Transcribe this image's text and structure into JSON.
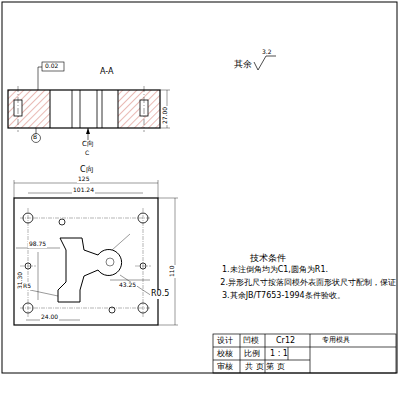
{
  "diagram": {
    "labels": [
      "A-A",
      "C向",
      "其余",
      "3.2",
      "C向",
      "125",
      "101.24",
      "98.75",
      "31.30",
      "43.25",
      "R0.5",
      "24.00",
      "R5",
      "0.02",
      "B",
      "C",
      "27.00",
      "110",
      "技术条件",
      "1.未注倒角均为C1,圆角为R1.",
      "2.异形孔尺寸按落回模外表面形状尺寸配制，保证",
      "3.其余JB/T7653-1994条件验收。",
      "凹模",
      "Cr12",
      "专用模具",
      "校核",
      "比例",
      "1 : 1",
      "审核",
      "共 页 第 页",
      "设计"
    ]
  }
}
